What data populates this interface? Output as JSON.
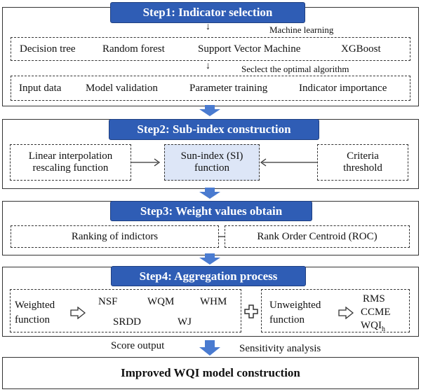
{
  "step1": {
    "title": "Step1: Indicator selection",
    "note_ml": "Machine learning",
    "algorithms": [
      "Decision tree",
      "Random forest",
      "Support Vector Machine",
      "XGBoost"
    ],
    "note_select": "Seclect the optimal algorithm",
    "pipeline": [
      "Input data",
      "Model validation",
      "Parameter training",
      "Indicator importance"
    ]
  },
  "step2": {
    "title": "Step2: Sub-index construction",
    "left_line1": "Linear interpolation",
    "left_line2": "rescaling function",
    "center_line1": "Sun-index (SI)",
    "center_line2": "function",
    "right_line1": "Criteria",
    "right_line2": "threshold"
  },
  "step3": {
    "title": "Step3: Weight values obtain",
    "left": "Ranking of indictors",
    "right": "Rank Order Centroid (ROC)"
  },
  "step4": {
    "title": "Step4: Aggregation process",
    "weighted_line1": "Weighted",
    "weighted_line2": "function",
    "weighted_methods": [
      "NSF",
      "WQM",
      "WHM",
      "SRDD",
      "WJ"
    ],
    "unweighted_line1": "Unweighted",
    "unweighted_line2": "function",
    "unweighted_methods": [
      "RMS",
      "CCME",
      "WQI"
    ],
    "wqi_subscript": "h"
  },
  "bottom": {
    "score_output": "Score output",
    "sensitivity": "Sensitivity analysis",
    "final": "Improved WQI model construction"
  },
  "colors": {
    "title_bg": "#2f5db5",
    "arrow": "#4a7bd0",
    "center_box": "#dde6f7"
  }
}
